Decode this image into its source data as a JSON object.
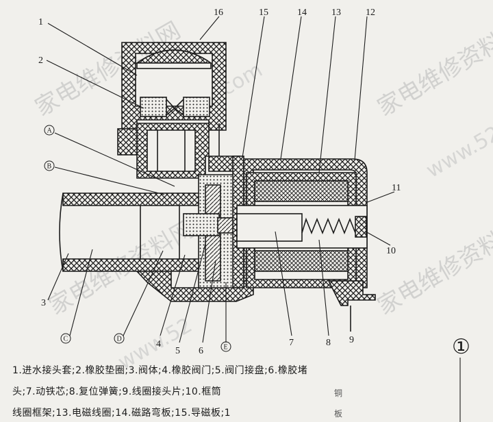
{
  "watermarks": {
    "cn1": "家电维修资料网",
    "cn2": "家电维修资料",
    "cn3": "家电维修资料网",
    "cn4": "家电维修资料网",
    "url1": "www.52",
    "url2": "www.52",
    "url3": "com"
  },
  "callouts": {
    "n1": "1",
    "n2": "2",
    "n3": "3",
    "n4": "4",
    "n5": "5",
    "n6": "6",
    "n7": "7",
    "n8": "8",
    "n9": "9",
    "n10": "10",
    "n11": "11",
    "n12": "12",
    "n13": "13",
    "n14": "14",
    "n15": "15",
    "n16": "16",
    "cA": "A",
    "cB": "B",
    "cC": "C",
    "cD": "D",
    "cE": "E"
  },
  "figure_number": "①",
  "legend": {
    "line1": "1.进水接头套;2.橡胶垫圈;3.阀体;4.橡胶阀门;5.阀门接盘;6.橡胶堵",
    "line2": "头;7.动铁芯;8.复位弹簧;9.线圈接头片;10.框筒",
    "line3": "线圈框架;13.电磁线圈;14.磁路弯板;15.导磁板;1",
    "line2_tail": "铜",
    "line3_tail": "板"
  },
  "colors": {
    "ink": "#1b1b1b",
    "paper": "#f1f0ec",
    "watermark": "#b8b8b8"
  }
}
